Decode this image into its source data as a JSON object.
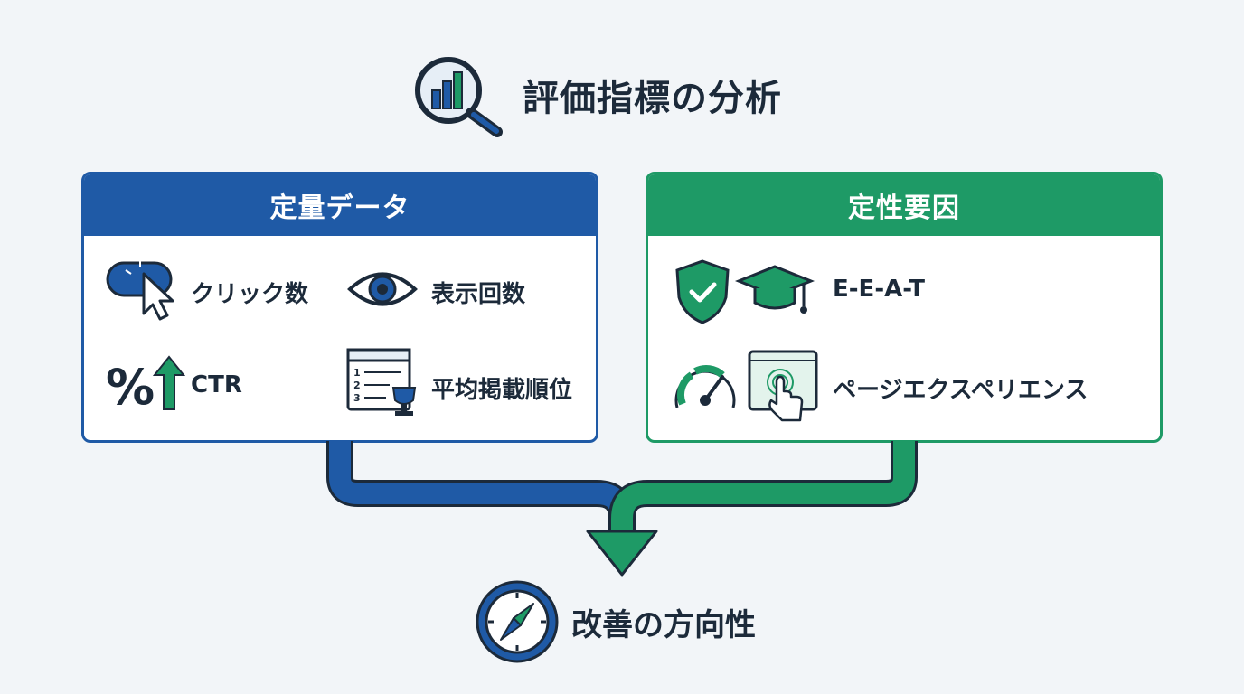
{
  "title": "評価指標の分析",
  "quantitative": {
    "header": "定量データ",
    "items": [
      {
        "label": "クリック数",
        "icon": "click-icon"
      },
      {
        "label": "表示回数",
        "icon": "eye-icon"
      },
      {
        "label": "CTR",
        "icon": "percent-up-icon"
      },
      {
        "label": "平均掲載順位",
        "icon": "ranking-trophy-icon"
      }
    ]
  },
  "qualitative": {
    "header": "定性要因",
    "items": [
      {
        "label": "E-E-A-T",
        "icon": "shield-graduation-icon"
      },
      {
        "label": "ページエクスペリエンス",
        "icon": "speed-touch-icon"
      }
    ]
  },
  "result": "改善の方向性",
  "colors": {
    "blue": "#1f5aa6",
    "green": "#1e9a66",
    "navy": "#1c2a3a"
  }
}
